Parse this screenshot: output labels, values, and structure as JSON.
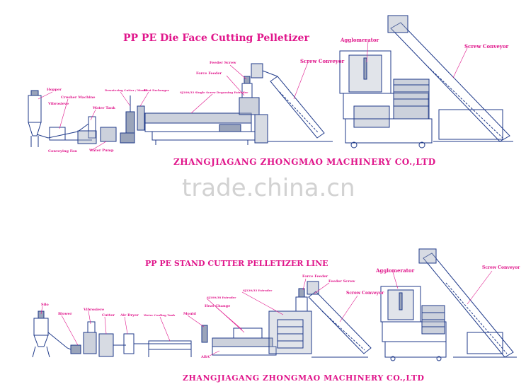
{
  "diagram_top": {
    "title": "PP PE Die Face Cutting Pelletizer",
    "company": "ZHANGJIAGANG ZHONGMAO MACHINERY CO.,LTD",
    "labels": {
      "hopper": "Hopper",
      "vibrosieve": "Vibrosieve",
      "crusher": "Crusher Machine",
      "conveying_fan": "Conveying Fan",
      "water_tank": "Water Tank",
      "water_pump": "Water Pump",
      "dewatering": "Dewatering Cutter / Mould",
      "heat_exchanger": "Heat Exchanger",
      "extruder": "SJ100/33 Single Screw Degassing Extruder",
      "feeder_screw": "Feeder Screw",
      "force_feeder": "Force Feeder",
      "screw_conveyor_1": "Screw Conveyor",
      "agglomerator": "Agglomerator",
      "screw_conveyor_2": "Screw Conveyor"
    }
  },
  "diagram_bottom": {
    "title": "PP PE STAND CUTTER PELLETIZER LINE",
    "company": "ZHANGJIAGANG ZHONGMAO MACHINERY CO.,LTD",
    "labels": {
      "silo": "Silo",
      "blower": "Blower",
      "vibrosieve": "Vibrosieve",
      "cutter": "Cutter",
      "air_dryer": "Air Dryer",
      "water_cooling_tank": "Water Cooling Tank",
      "mould": "Mould",
      "heat_change": "Heat Change",
      "extruder_1": "SJ100/38 Extruder",
      "extruder_2": "SJ120/33 Extruder",
      "force_feeder": "Force Feeder",
      "feeder_screw": "Feeder Screw",
      "screw_conveyor_1": "Screw Conveyor",
      "agglomerator": "Agglomerator",
      "screw_conveyor_2": "Screw Conveyor",
      "cabinet": "ABA"
    }
  },
  "watermark": "trade.china.cn",
  "colors": {
    "accent": "#e0168b",
    "line": "#1f3a8a",
    "fill": "#9aa4ba",
    "watermark": "#d2d2d2"
  }
}
